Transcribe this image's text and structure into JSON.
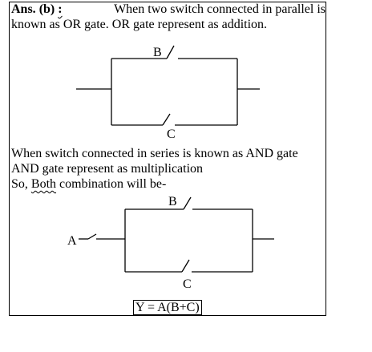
{
  "answer": {
    "prefix": "Ans.",
    "option": "(b)",
    "colon": ":",
    "line1_rest": "When two switch connected in parallel is",
    "line2": "known as OR gate. OR gate represent as addition.",
    "line3": "When switch connected in series is known as AND gate",
    "line4": "AND gate represent as multiplication",
    "line5_pre": "So,",
    "line5_word": "Both",
    "line5_post": "combination will be-"
  },
  "circuit1": {
    "label_top": "B",
    "label_bottom": "C"
  },
  "circuit2": {
    "label_input": "A",
    "label_top": "B",
    "label_bottom": "C"
  },
  "formula": "Y = A(B+C)"
}
